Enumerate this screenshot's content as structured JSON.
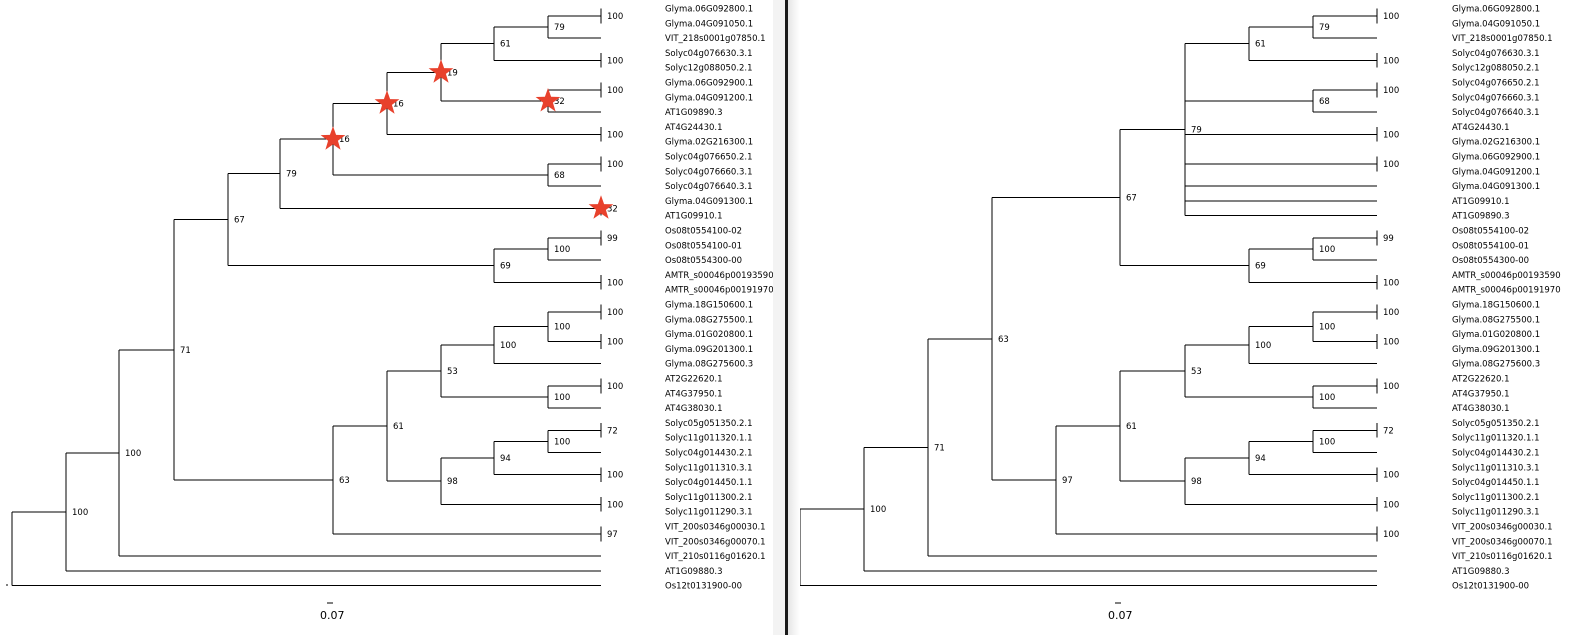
{
  "left_tree": {
    "scale_label": "0.07",
    "highlight_color": "#e8412c",
    "taxa": [
      "Glyma.06G092800.1",
      "Glyma.04G091050.1",
      "VIT_218s0001g07850.1",
      "Solyc04g076630.3.1",
      "Solyc12g088050.2.1",
      "Glyma.06G092900.1",
      "Glyma.04G091200.1",
      "AT1G09890.3",
      "AT4G24430.1",
      "Glyma.02G216300.1",
      "Solyc04g076650.2.1",
      "Solyc04g076660.3.1",
      "Solyc04g076640.3.1",
      "Glyma.04G091300.1",
      "AT1G09910.1",
      "Os08t0554100-02",
      "Os08t0554100-01",
      "Os08t0554300-00",
      "AMTR_s00046p00193590",
      "AMTR_s00046p00191970",
      "Glyma.18G150600.1",
      "Glyma.08G275500.1",
      "Glyma.01G020800.1",
      "Glyma.09G201300.1",
      "Glyma.08G275600.3",
      "AT2G22620.1",
      "AT4G37950.1",
      "AT4G38030.1",
      "Solyc05g051350.2.1",
      "Solyc11g011320.1.1",
      "Solyc04g014430.2.1",
      "Solyc11g011310.3.1",
      "Solyc04g014450.1.1",
      "Solyc11g011300.2.1",
      "Solyc11g011290.3.1",
      "VIT_200s0346g00030.1",
      "VIT_200s0346g00070.1",
      "VIT_210s0116g01620.1",
      "AT1G09880.3",
      "Os12t0131900-00"
    ],
    "support_values": [
      "100",
      "79",
      "61",
      "100",
      "19",
      "100",
      "32",
      "16",
      "100",
      "16",
      "100",
      "68",
      "32",
      "79",
      "99",
      "100",
      "100",
      "69",
      "67",
      "100",
      "100",
      "100",
      "100",
      "53",
      "100",
      "100",
      "61",
      "72",
      "100",
      "94",
      "100",
      "98",
      "100",
      "97",
      "63",
      "71",
      "100"
    ],
    "starred_nodes": [
      "16",
      "16",
      "19",
      "32",
      "32"
    ]
  },
  "right_tree": {
    "scale_label": "0.07",
    "taxa": [
      "Glyma.06G092800.1",
      "Glyma.04G091050.1",
      "VIT_218s0001g07850.1",
      "Solyc04g076630.3.1",
      "Solyc12g088050.2.1",
      "Solyc04g076650.2.1",
      "Solyc04g076660.3.1",
      "Solyc04g076640.3.1",
      "AT4G24430.1",
      "Glyma.02G216300.1",
      "Glyma.06G092900.1",
      "Glyma.04G091200.1",
      "Glyma.04G091300.1",
      "AT1G09910.1",
      "AT1G09890.3",
      "Os08t0554100-02",
      "Os08t0554100-01",
      "Os08t0554300-00",
      "AMTR_s00046p00193590",
      "AMTR_s00046p00191970",
      "Glyma.18G150600.1",
      "Glyma.08G275500.1",
      "Glyma.01G020800.1",
      "Glyma.09G201300.1",
      "Glyma.08G275600.3",
      "AT2G22620.1",
      "AT4G37950.1",
      "AT4G38030.1",
      "Solyc05g051350.2.1",
      "Solyc11g011320.1.1",
      "Solyc04g014430.2.1",
      "Solyc11g011310.3.1",
      "Solyc04g014450.1.1",
      "Solyc11g011300.2.1",
      "Solyc11g011290.3.1",
      "VIT_200s0346g00030.1",
      "VIT_200s0346g00070.1",
      "VIT_210s0116g01620.1",
      "AT1G09880.3",
      "Os12t0131900-00"
    ],
    "support_values": [
      "100",
      "79",
      "61",
      "100",
      "100",
      "68",
      "100",
      "100",
      "79",
      "99",
      "100",
      "100",
      "69",
      "67",
      "100",
      "100",
      "100",
      "100",
      "53",
      "100",
      "100",
      "61",
      "72",
      "100",
      "94",
      "100",
      "98",
      "100",
      "97",
      "63",
      "71",
      "100"
    ]
  }
}
